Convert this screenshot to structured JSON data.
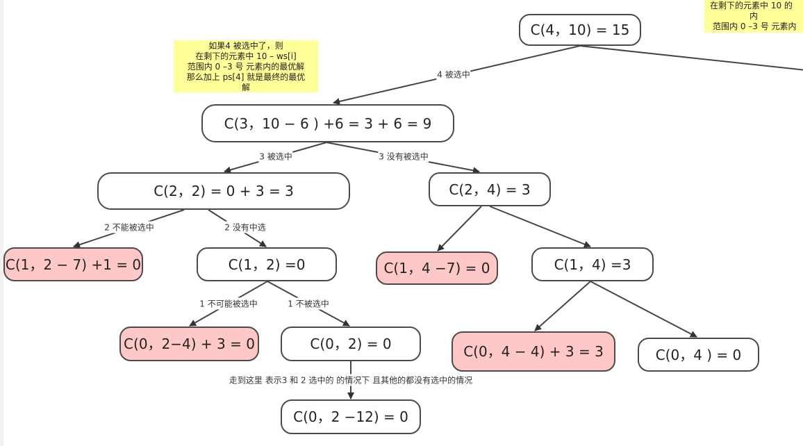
{
  "nodes": [
    {
      "id": "n1",
      "text": "C(4，10) = 15",
      "pink": false
    },
    {
      "id": "n2",
      "text": "C(3，10 − 6 ) +6 = 3 + 6 = 9",
      "pink": false
    },
    {
      "id": "n3",
      "text": "C(2，2) = 0 + 3  = 3",
      "pink": false
    },
    {
      "id": "n4",
      "text": "C(2，4) = 3",
      "pink": false
    },
    {
      "id": "n5",
      "text": "C(1，2 − 7) +1 = 0",
      "pink": true
    },
    {
      "id": "n6",
      "text": "C(1，2) =0",
      "pink": false
    },
    {
      "id": "n7",
      "text": "C(1，4 −7) = 0",
      "pink": true
    },
    {
      "id": "n8",
      "text": "C(1，4) =3",
      "pink": false
    },
    {
      "id": "n9",
      "text": "C(0，2−4) + 3 = 0",
      "pink": true
    },
    {
      "id": "n10",
      "text": "C(0，2) = 0",
      "pink": false
    },
    {
      "id": "n11",
      "text": "C(0，4 − 4) + 3 = 3",
      "pink": true
    },
    {
      "id": "n12",
      "text": "C(0，4 ) = 0",
      "pink": false
    },
    {
      "id": "n13",
      "text": "C(0，2 −12) = 0",
      "pink": false
    }
  ],
  "edge_labels": [
    "4 被选中",
    "3 被选中",
    "3 没有被选中",
    "2 不能被选中",
    "2 没有中选",
    "1 不可能被选中",
    "1 不被选中",
    "走到这里 表示3 和 2 选中的 的情况下 且其他的都没有选中的情况"
  ],
  "notes": {
    "left": [
      "如果4 被选中了，则",
      "在剩下的元素中 10 – ws[i]",
      "范围内 0 –3 号 元素内的最优解",
      "那么加上 ps[4] 就是最终的最优",
      "解"
    ],
    "right": [
      "在剩下的元素中 10 的",
      "内",
      "范围内 0 –3 号 元素内"
    ]
  },
  "colors": {
    "node_fill": "#ffffff",
    "pink_fill": "#ffc8c8",
    "note_fill": "#ffff99",
    "stroke": "#4a4a4a"
  }
}
